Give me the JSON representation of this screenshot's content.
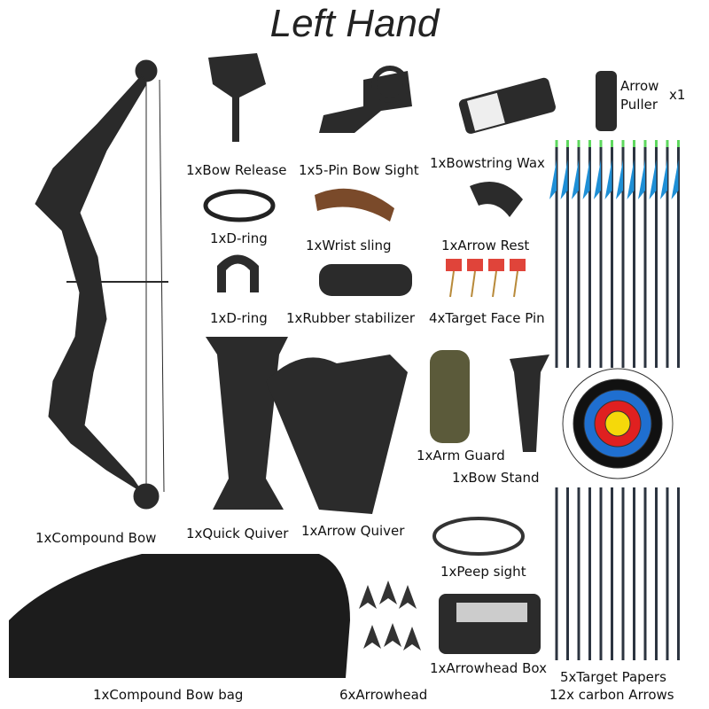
{
  "title": "Left Hand",
  "labels": {
    "bow_release": "1xBow Release",
    "bow_sight": "1x5-Pin Bow Sight",
    "bowstring_wax": "1xBowstring Wax",
    "arrow_puller_1": "Arrow",
    "arrow_puller_2": "Puller",
    "arrow_puller_qty": "x1",
    "d_ring_1": "1xD-ring",
    "wrist_sling": "1xWrist sling",
    "arrow_rest": "1xArrow Rest",
    "d_ring_2": "1xD-ring",
    "rubber_stabilizer": "1xRubber stabilizer",
    "target_face_pin": "4xTarget Face Pin",
    "arm_guard": "1xArm Guard",
    "bow_stand": "1xBow Stand",
    "compound_bow": "1xCompound Bow",
    "quick_quiver": "1xQuick Quiver",
    "arrow_quiver": "1xArrow Quiver",
    "peep_sight": "1xPeep sight",
    "compound_bow_bag": "1xCompound Bow bag",
    "arrowhead": "6xArrowhead",
    "arrowhead_box": "1xArrowhead Box",
    "target_papers": "5xTarget Papers",
    "carbon_arrows": "12x carbon Arrows"
  },
  "colors": {
    "fletching": "#1e8fd6",
    "nock": "#5ed85e",
    "target_yellow": "#f5d90a",
    "target_red": "#e02020",
    "target_blue": "#1f6fd0",
    "pin_red": "#e0443a"
  }
}
